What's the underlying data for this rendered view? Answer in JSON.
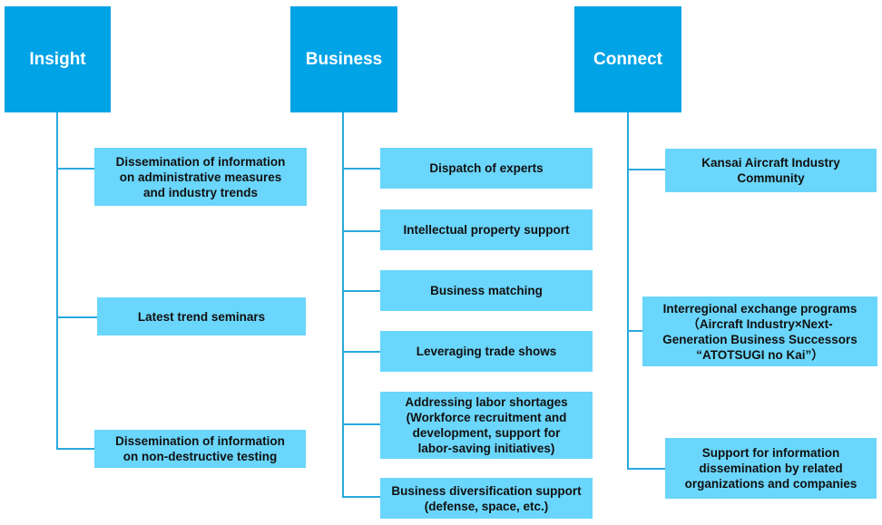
{
  "columns": [
    {
      "title": "Insight",
      "items": [
        "Dissemination of information\non administrative measures\nand industry trends",
        "Latest trend seminars",
        "Dissemination of information\non non-destructive testing"
      ]
    },
    {
      "title": "Business",
      "items": [
        "Dispatch of experts",
        "Intellectual property support",
        "Business matching",
        "Leveraging trade shows",
        "Addressing labor shortages\n(Workforce recruitment and\ndevelopment, support for\nlabor-saving initiatives)",
        "Business diversification support\n(defense, space, etc.)"
      ]
    },
    {
      "title": "Connect",
      "items": [
        "Kansai Aircraft Industry\nCommunity",
        "Interregional exchange programs\n（Aircraft Industry×Next-\nGeneration Business Successors\n“ATOTSUGI no Kai”）",
        "Support for information\ndissemination by related\norganizations and companies"
      ]
    }
  ],
  "colors": {
    "header_bg": "#00a3e6",
    "item_bg": "#6ad6fb",
    "connector": "#29a9de"
  }
}
